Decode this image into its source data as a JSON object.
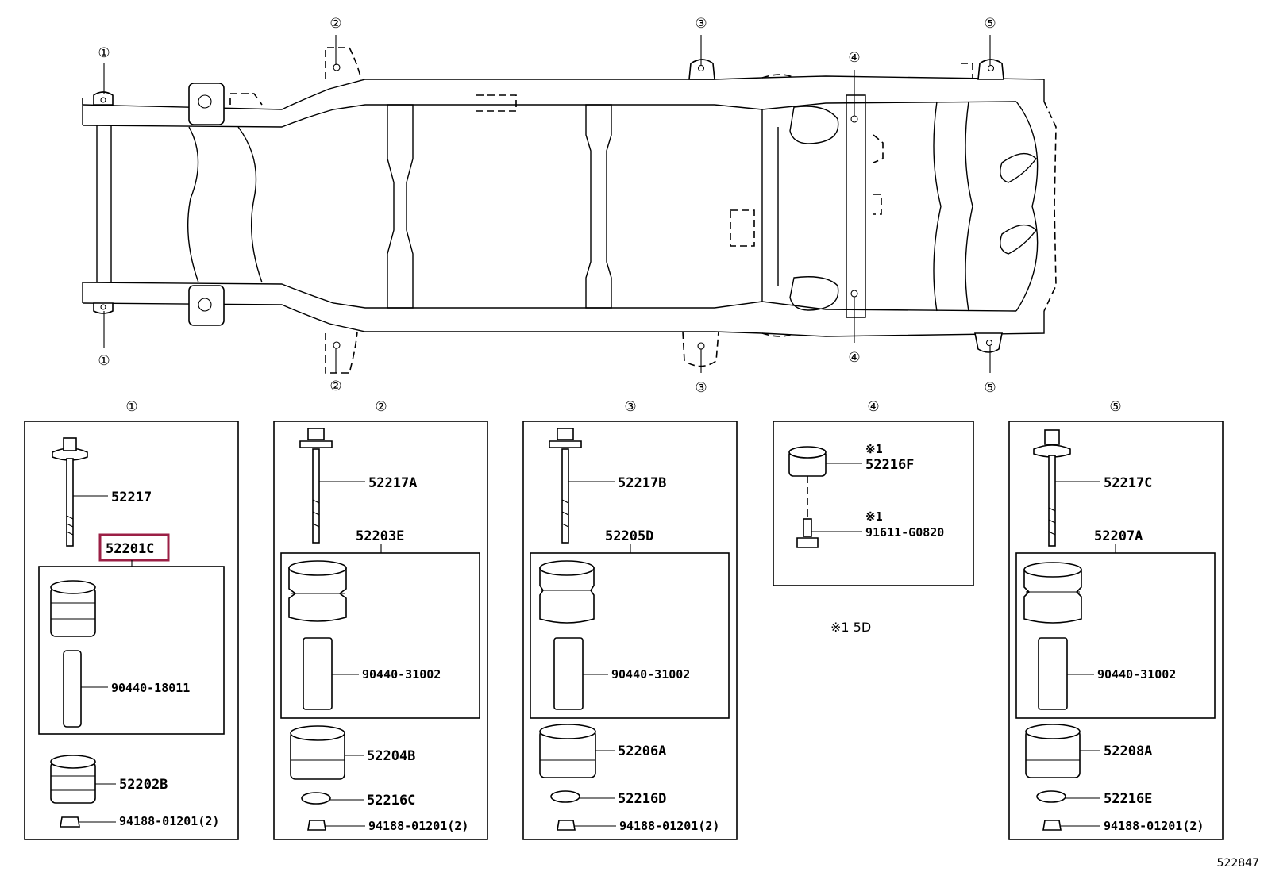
{
  "callouts": {
    "c1": "①",
    "c2": "②",
    "c3": "③",
    "c4": "④",
    "c5": "⑤"
  },
  "groups": [
    {
      "marker": "①",
      "bolt": "52217",
      "kit": "52201C",
      "collar": "90440-18011",
      "lower_cushion": "52202B",
      "washer": "",
      "nut": "94188-01201(2)"
    },
    {
      "marker": "②",
      "bolt": "52217A",
      "kit": "52203E",
      "collar": "90440-31002",
      "lower_cushion": "52204B",
      "washer": "52216C",
      "nut": "94188-01201(2)"
    },
    {
      "marker": "③",
      "bolt": "52217B",
      "kit": "52205D",
      "collar": "90440-31002",
      "lower_cushion": "52206A",
      "washer": "52216D",
      "nut": "94188-01201(2)"
    },
    {
      "marker": "④",
      "note_mark": "※1",
      "cushion": "52216F",
      "bolt_note_mark": "※1",
      "bolt": "91611-G0820"
    },
    {
      "marker": "⑤",
      "bolt": "52217C",
      "kit": "52207A",
      "collar": "90440-31002",
      "lower_cushion": "52208A",
      "washer": "52216E",
      "nut": "94188-01201(2)"
    }
  ],
  "footnote": "※1 5D",
  "diagram_id": "522847",
  "highlight_color": "#9b1f45"
}
